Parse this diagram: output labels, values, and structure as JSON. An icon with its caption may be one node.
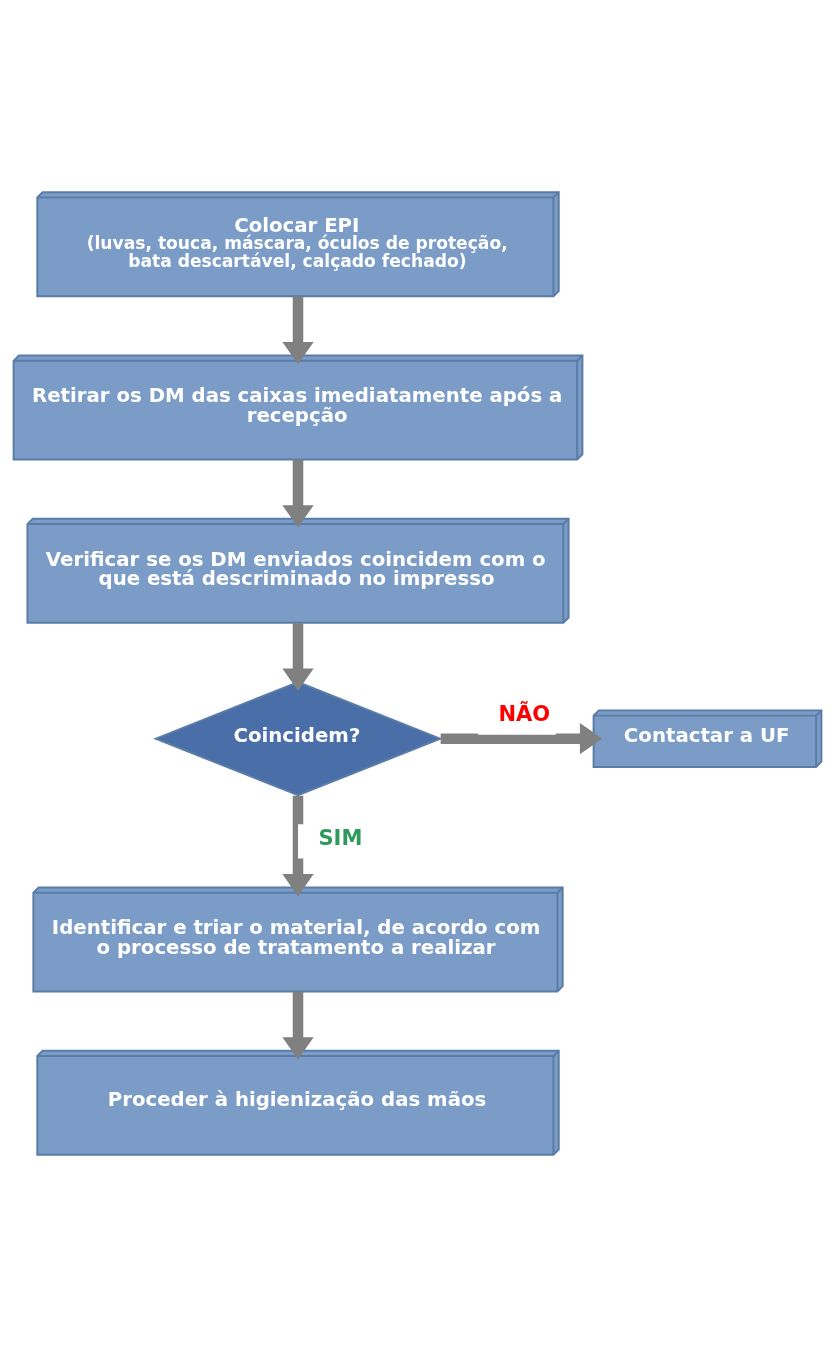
{
  "diagram": {
    "nodes": [
      {
        "text": [
          "Colocar EPI",
          "(luvas, touca, máscara, óculos de proteção, bata descartável, calçado fechado)"
        ]
      },
      {
        "text": [
          "Retirar os DM das caixas imediatamente após a recepção"
        ]
      },
      {
        "text": [
          "Verificar se os DM enviados coincidem com o que está descriminado no impresso"
        ]
      },
      {
        "text": [
          "Coincidem?"
        ]
      },
      {
        "text": [
          "Contactar a UF"
        ]
      },
      {
        "text": [
          "Identificar e triar o material, de acordo com o processo de tratamento a realizar"
        ]
      },
      {
        "text": [
          "Proceder à higienização das mãos"
        ]
      }
    ],
    "edges": [
      {
        "from": 0,
        "to": 1,
        "arrow": "to"
      },
      {
        "from": 1,
        "to": 2,
        "arrow": "to"
      },
      {
        "from": 2,
        "to": 3,
        "arrow": "to"
      },
      {
        "from": 3,
        "to": 4,
        "arrow": "to",
        "label": "NÃO"
      },
      {
        "from": 3,
        "to": 5,
        "arrow": "to",
        "label": "SIM"
      },
      {
        "from": 5,
        "to": 6,
        "arrow": "to"
      }
    ]
  }
}
